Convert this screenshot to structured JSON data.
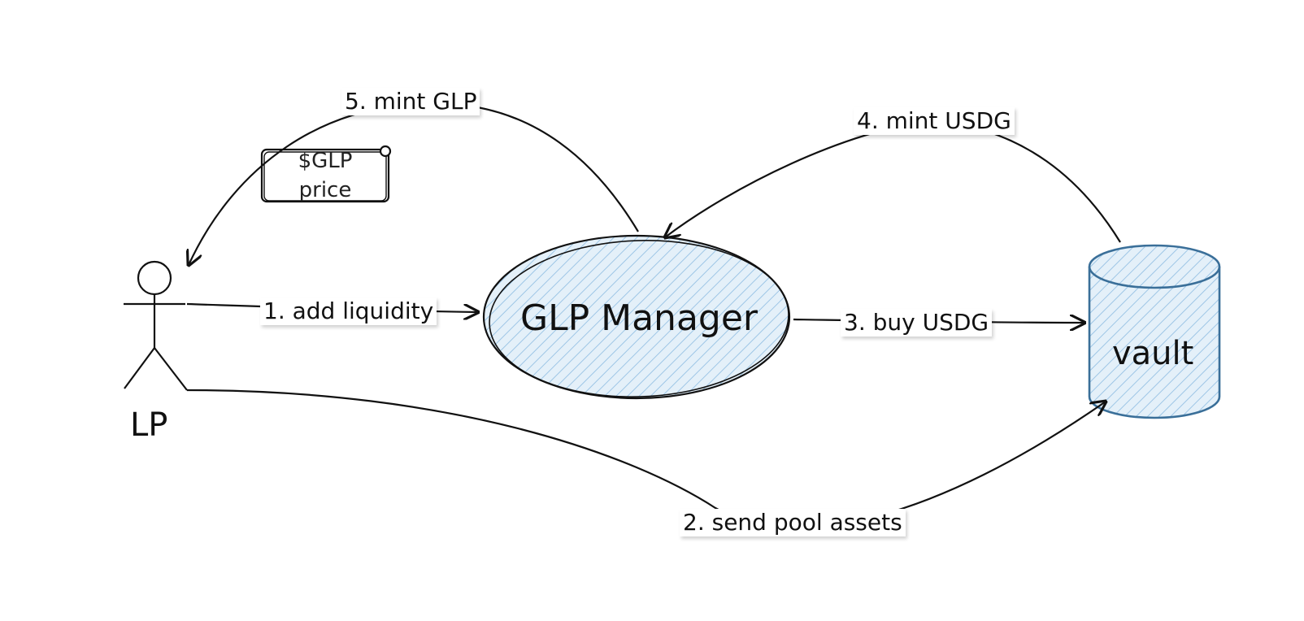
{
  "actor": {
    "label": "LP"
  },
  "glp_manager": {
    "label": "GLP Manager"
  },
  "vault": {
    "label": "vault"
  },
  "note": {
    "line1": "$GLP",
    "line2": "price"
  },
  "steps": {
    "add_liquidity": "1. add liquidity",
    "send_pool_assets": "2. send pool assets",
    "buy_usdg": "3. buy USDG",
    "mint_usdg": "4. mint USDG",
    "mint_glp": "5. mint GLP"
  },
  "colors": {
    "stroke": "#111111",
    "manager_fill": "#d6e8f5",
    "manager_hatch": "#9ec6e6",
    "vault_stroke": "#3a6f99",
    "vault_fill": "#d6e8f5"
  }
}
